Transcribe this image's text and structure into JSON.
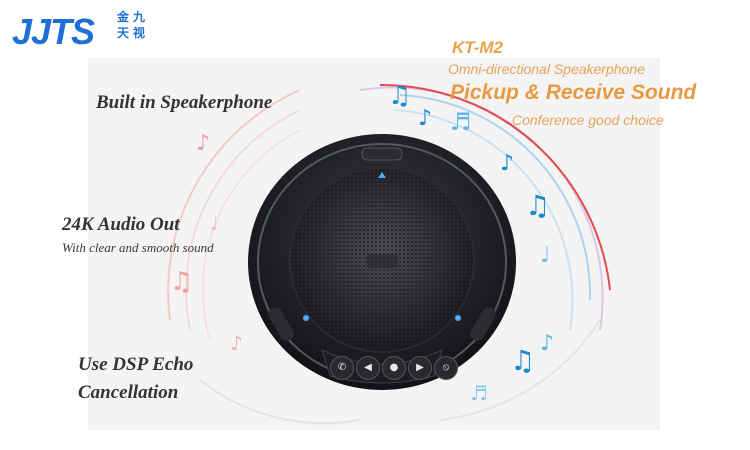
{
  "brand": {
    "logo_text": "JJTS",
    "logo_chinese": [
      "金",
      "九",
      "天",
      "视"
    ],
    "color": "#1e6fd6"
  },
  "features": {
    "item1": "Built in Speakerphone",
    "item2_title": "24K Audio Out",
    "item2_sub": "With clear and smooth sound",
    "item3_line1": "Use DSP Echo",
    "item3_line2": "Cancellation"
  },
  "product": {
    "model": "KT-M2",
    "description": "Omni-directional Speakerphone",
    "headline": "Pickup & Receive Sound",
    "slogan": "Conference good choice",
    "accent_color": "#e89a42"
  },
  "device_buttons": [
    {
      "name": "call-button",
      "icon": "phone-icon",
      "glyph": "✆"
    },
    {
      "name": "volume-down-button",
      "icon": "speaker-icon",
      "glyph": "◀"
    },
    {
      "name": "mute-button",
      "icon": "mic-icon",
      "glyph": "●"
    },
    {
      "name": "volume-up-button",
      "icon": "speaker-icon",
      "glyph": "▶"
    },
    {
      "name": "mute-speaker-button",
      "icon": "mic-off-icon",
      "glyph": "⦸"
    }
  ]
}
